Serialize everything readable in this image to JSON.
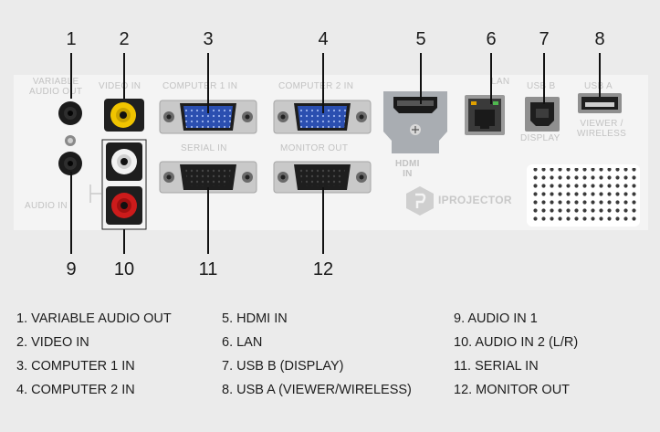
{
  "callout_numbers": [
    "1",
    "2",
    "3",
    "4",
    "5",
    "6",
    "7",
    "8",
    "9",
    "10",
    "11",
    "12"
  ],
  "panel_labels": {
    "variable_audio_out": [
      "VARIABLE",
      "AUDIO OUT"
    ],
    "video_in": "VIDEO IN",
    "computer1_in": "COMPUTER 1 IN",
    "computer2_in": "COMPUTER 2 IN",
    "serial_in": "SERIAL IN",
    "monitor_out": "MONITOR OUT",
    "hdmi_in": [
      "HDMI",
      "IN"
    ],
    "lan": "LAN",
    "usb_b": "USB B",
    "display": "DISPLAY",
    "usb_a": "USB A",
    "viewer_wireless": [
      "VIEWER /",
      "WIRELESS"
    ],
    "audio_in": "AUDIO IN",
    "brand": "IPROJECTOR"
  },
  "legend": {
    "col1": [
      "1. VARIABLE AUDIO OUT",
      "2. VIDEO IN",
      "3. COMPUTER 1 IN",
      "4. COMPUTER 2 IN"
    ],
    "col2": [
      "5. HDMI IN",
      "6. LAN",
      "7. USB B (DISPLAY)",
      "8. USB A (VIEWER/WIRELESS)"
    ],
    "col3": [
      "9.  AUDIO IN 1",
      "10. AUDIO IN 2 (L/R)",
      "11. SERIAL IN",
      "12. MONITOR OUT"
    ]
  },
  "colors": {
    "background": "#ebebeb",
    "panel": "#f4f4f4",
    "vga_blue": "#2b4fb0",
    "composite_yellow": "#f0c400",
    "rca_red": "#cc1b1b",
    "hdmi_bracket": "#a9adb2"
  }
}
